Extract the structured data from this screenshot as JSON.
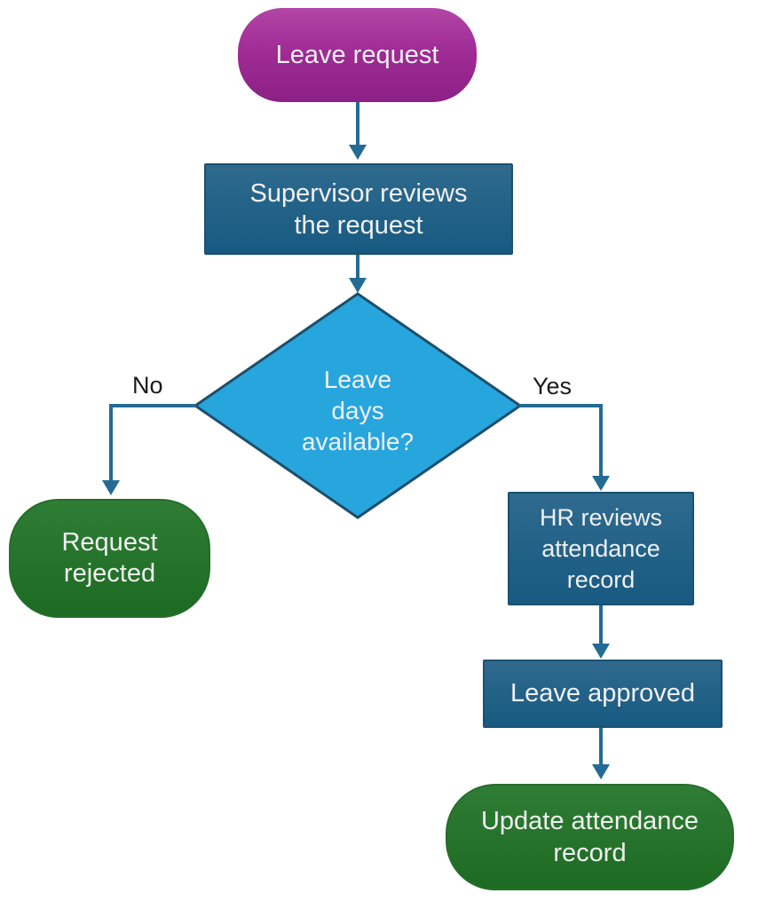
{
  "colors": {
    "canvas_bg": "#ffffff",
    "terminator_start_top": "#b346a6",
    "terminator_start_bottom": "#8c2085",
    "process_top": "#2f6a8e",
    "process_bottom": "#175a81",
    "process_border": "#1b5071",
    "decision_fill": "#27a6de",
    "decision_border": "#1d4e6b",
    "terminator_end_top": "#2f7d35",
    "terminator_end_bottom": "#1d6b23",
    "terminator_end_border": "#256d2b",
    "arrow": "#236b94",
    "node_text": "#f0f0f0",
    "edge_label_text": "#1b1b1b"
  },
  "flowchart": {
    "nodes": {
      "leave_request": {
        "shape": "terminator",
        "label": "Leave request"
      },
      "supervisor_review": {
        "shape": "process",
        "lines": [
          "Supervisor reviews",
          "the request"
        ]
      },
      "decision": {
        "shape": "decision",
        "lines": [
          "Leave",
          "days",
          "available?"
        ]
      },
      "request_rejected": {
        "shape": "terminator",
        "lines": [
          "Request",
          "rejected"
        ]
      },
      "hr_review": {
        "shape": "process",
        "lines": [
          "HR reviews",
          "attendance",
          "record"
        ]
      },
      "leave_approved": {
        "shape": "process",
        "label": "Leave approved"
      },
      "update_record": {
        "shape": "terminator",
        "lines": [
          "Update attendance",
          "record"
        ]
      }
    },
    "edges": {
      "no_label": "No",
      "yes_label": "Yes"
    }
  }
}
